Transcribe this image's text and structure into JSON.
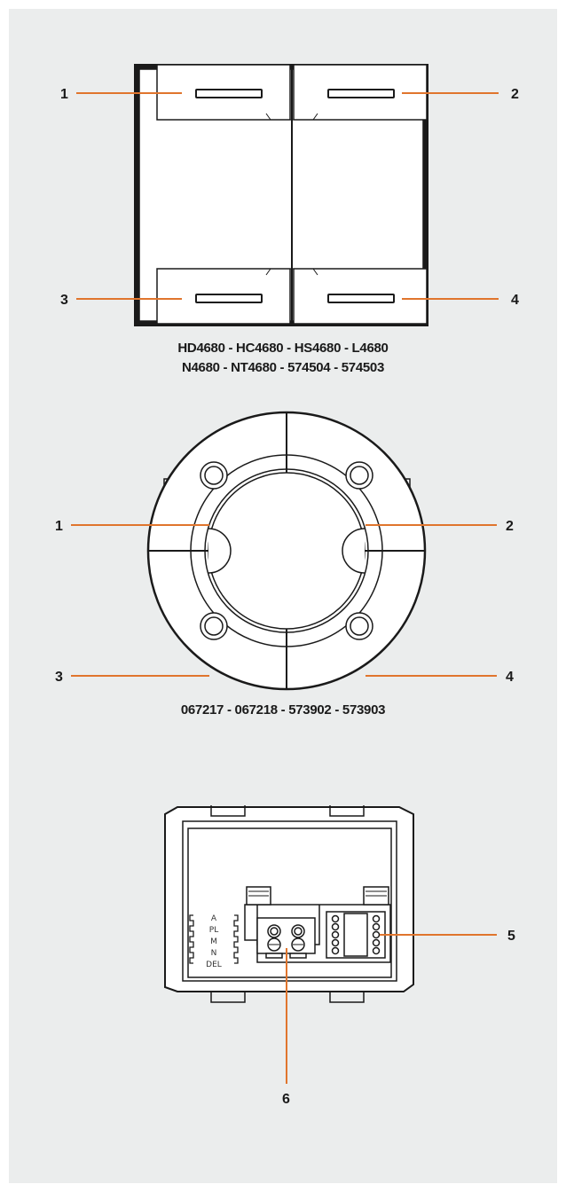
{
  "colors": {
    "panel": "#ebeded",
    "leader": "#e0752d",
    "stroke": "#1a1a1a"
  },
  "figure1": {
    "callouts": [
      "1",
      "2",
      "3",
      "4"
    ],
    "caption": [
      "HD4680 - HC4680 - HS4680 - L4680",
      "N4680 - NT4680 - 574504 - 574503"
    ]
  },
  "figure2": {
    "callouts": [
      "1",
      "2",
      "3",
      "4"
    ],
    "caption": "067217 - 067218 - 573902 - 573903"
  },
  "figure3": {
    "callouts": [
      "5",
      "6"
    ],
    "terminals": [
      "A",
      "PL",
      "M",
      "N",
      "DEL"
    ]
  }
}
